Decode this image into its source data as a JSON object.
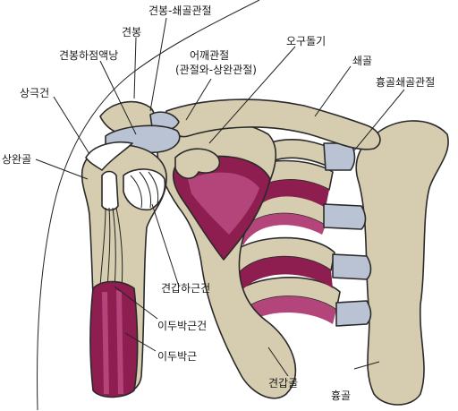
{
  "colors": {
    "bone": "#d6cdb0",
    "cartilage": "#b9c3d3",
    "muscle_dark": "#8e1e4f",
    "muscle_light": "#b3457a",
    "outline": "#2a2a2a",
    "background": "#ffffff"
  },
  "labels": {
    "acromioclavicular": "견봉-쇄골관절",
    "acromion": "견봉",
    "coracoid": "오구돌기",
    "subacromial_bursa": "견봉하점액낭",
    "shoulder_joint_line1": "어깨관절",
    "shoulder_joint_line2": "(관절와-상완관절)",
    "clavicle": "쇄골",
    "sternoclavicular": "흉골쇄골관절",
    "supraspinatus": "상극건",
    "humerus": "상완골",
    "subscapularis_tendon": "견갑하근건",
    "biceps_tendon": "이두박근건",
    "biceps": "이두박근",
    "scapula": "견갑골",
    "sternum": "흉골"
  }
}
